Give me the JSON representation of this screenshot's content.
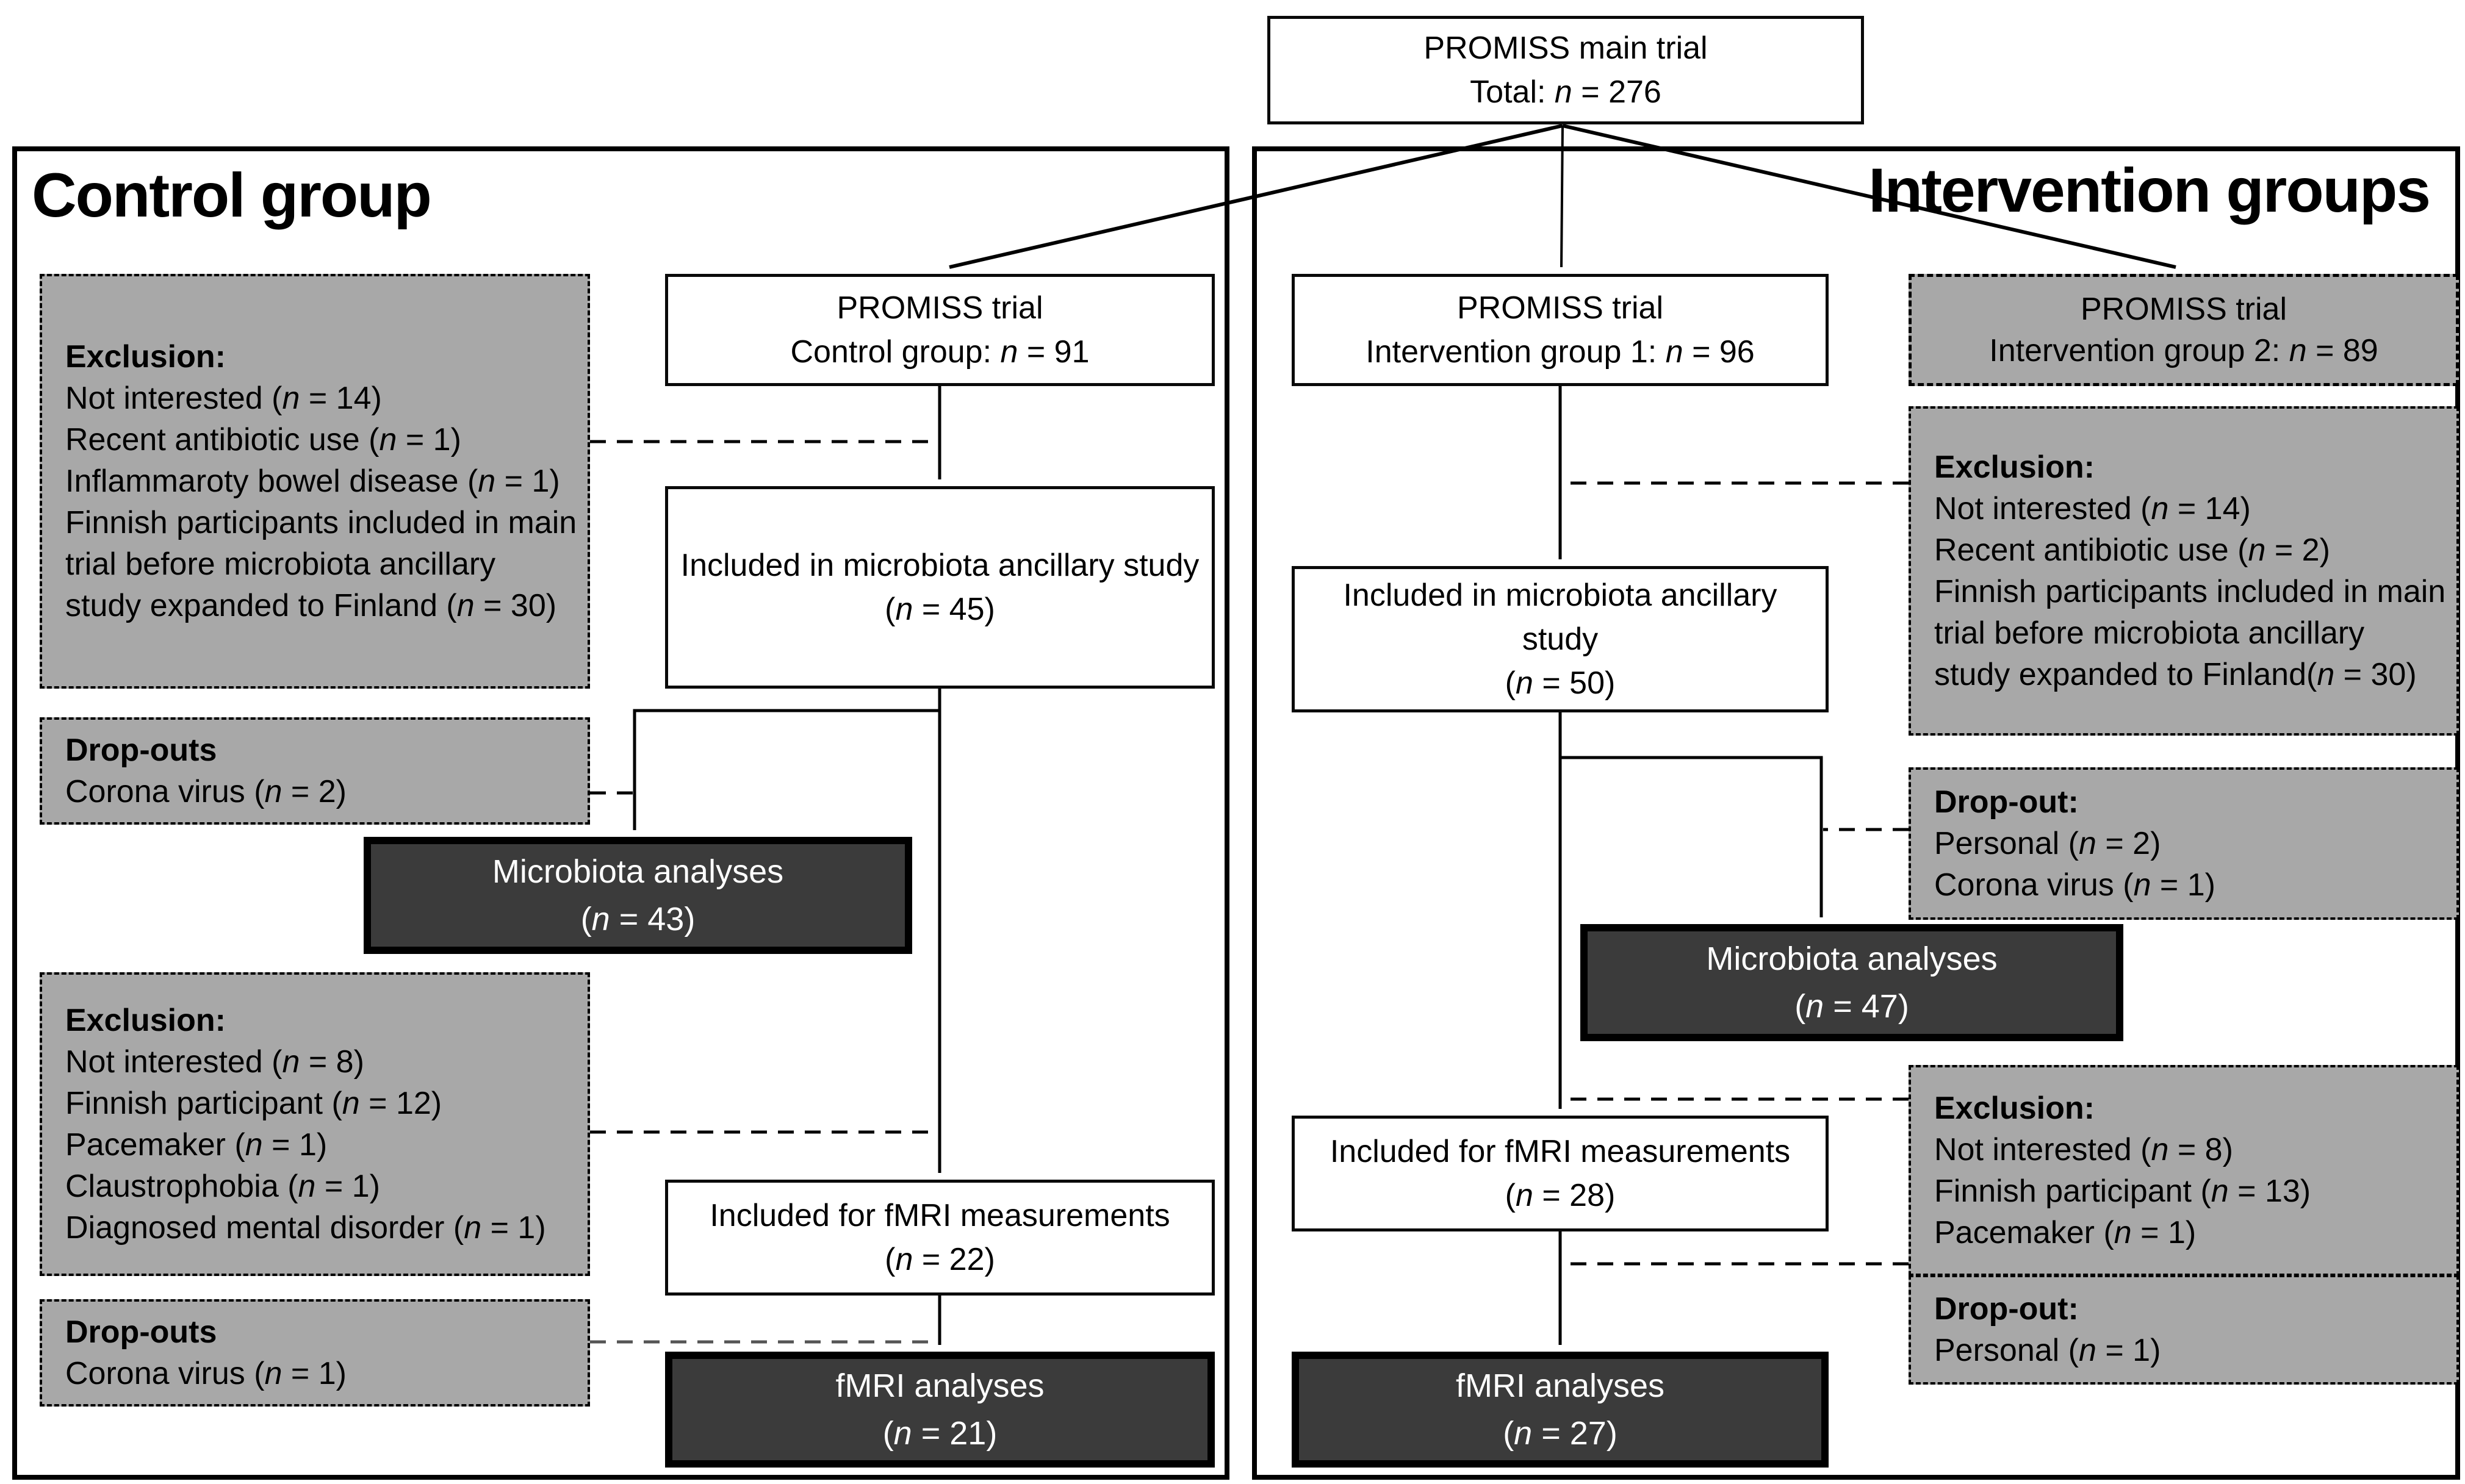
{
  "colors": {
    "gray_box": "#a8a8a8",
    "dark_box": "#3b3b3b",
    "box_border": "#000000",
    "text": "#000000",
    "dark_box_text": "#ffffff"
  },
  "main_trial": {
    "lines": [
      "PROMISS main trial",
      "Total: n = 276"
    ]
  },
  "control": {
    "label": "Control group",
    "trial": {
      "lines": [
        "PROMISS trial",
        "Control group: n = 91"
      ]
    },
    "exclusion1": {
      "lines": [
        "Exclusion:",
        "Not interested (n = 14)",
        "Recent antibiotic use (n = 1)",
        "Inflammaroty bowel disease (n = 1)",
        "Finnish participants included in main trial before microbiota ancillary study expanded to Finland (n = 30)"
      ]
    },
    "included_microbiota": {
      "lines": [
        "Included in microbiota ancillary study",
        "(n = 45)"
      ]
    },
    "dropouts1": {
      "lines": [
        "Drop-outs",
        "Corona virus (n = 2)"
      ]
    },
    "microbiota_analyses": {
      "lines": [
        "Microbiota analyses",
        "(n = 43)"
      ]
    },
    "exclusion2": {
      "lines": [
        "Exclusion:",
        "Not interested (n = 8)",
        "Finnish participant (n = 12)",
        "Pacemaker (n = 1)",
        "Claustrophobia (n = 1)",
        "Diagnosed mental disorder (n = 1)"
      ]
    },
    "included_fmri": {
      "lines": [
        "Included for fMRI measurements",
        "(n = 22)"
      ]
    },
    "dropouts2": {
      "lines": [
        "Drop-outs",
        "Corona virus (n = 1)"
      ]
    },
    "fmri_analyses": {
      "lines": [
        "fMRI analyses",
        "(n = 21)"
      ]
    }
  },
  "intervention": {
    "label": "Intervention groups",
    "group1": {
      "lines": [
        "PROMISS trial",
        "Intervention group 1: n = 96"
      ]
    },
    "group2": {
      "lines": [
        "PROMISS trial",
        "Intervention group 2: n = 89"
      ]
    },
    "exclusion1": {
      "lines": [
        "Exclusion:",
        "Not interested (n = 14)",
        "Recent antibiotic use (n = 2)",
        "Finnish participants included in main trial before microbiota ancillary study expanded to Finland(n = 30)"
      ]
    },
    "included_microbiota": {
      "lines": [
        "Included in microbiota ancillary study",
        "(n = 50)"
      ]
    },
    "dropout1": {
      "lines": [
        "Drop-out:",
        "Personal (n = 2)",
        "Corona virus (n = 1)"
      ]
    },
    "microbiota_analyses": {
      "lines": [
        "Microbiota analyses",
        "(n = 47)"
      ]
    },
    "exclusion2": {
      "lines": [
        "Exclusion:",
        "Not interested (n = 8)",
        "Finnish participant (n = 13)",
        "Pacemaker (n = 1)"
      ]
    },
    "included_fmri": {
      "lines": [
        "Included for fMRI measurements",
        "(n = 28)"
      ]
    },
    "dropout2": {
      "lines": [
        "Drop-out:",
        "Personal (n = 1)"
      ]
    },
    "fmri_analyses": {
      "lines": [
        "fMRI analyses",
        "(n = 27)"
      ]
    }
  }
}
